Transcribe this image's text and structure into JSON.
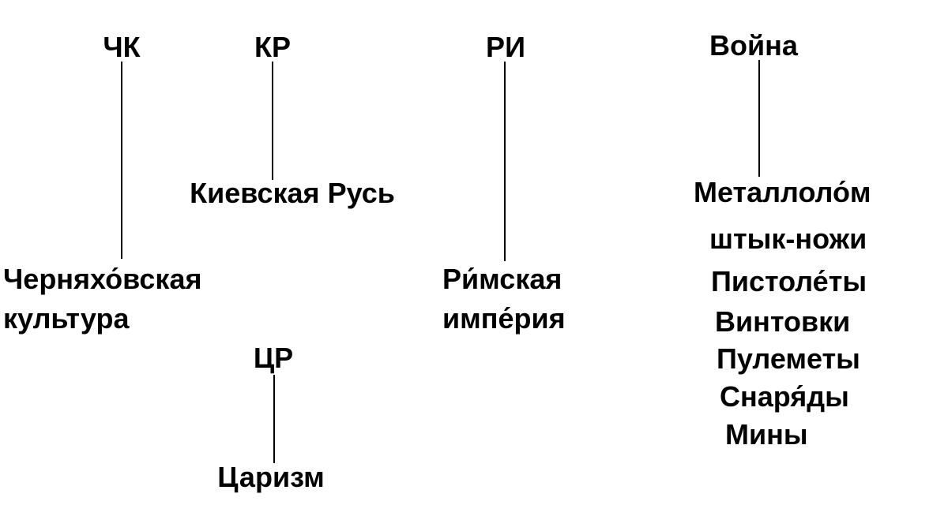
{
  "abbreviations": {
    "chk": "ЧК",
    "kr": "КР",
    "ri": "РИ",
    "voina": "Война",
    "tsr": "ЦР"
  },
  "expansions": {
    "chk": "Черняхо́вская\nкультура",
    "kr": "Киевская Русь",
    "ri": "Ри́мская\nимпе́рия",
    "voina": "Металлоло́м",
    "tsr": "Царизм"
  },
  "war_items": [
    "штык-ножи",
    "Пистоле́ты",
    "Винтовки",
    "Пулеметы",
    "Снаря́ды",
    "Мины"
  ],
  "colors": {
    "text": "#000000",
    "line": "#000000",
    "background": "#ffffff"
  }
}
